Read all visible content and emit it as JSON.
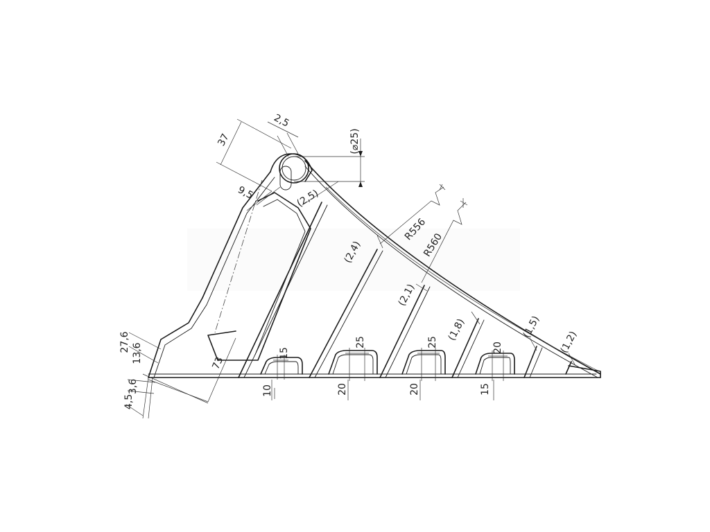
{
  "drawing": {
    "diameter": "(⌀25)",
    "dims": {
      "top_width": "2,5",
      "height_37": "37",
      "side_9_5": "9,5",
      "wall_2_5": "(2,5)",
      "radius_inner": "R556",
      "radius_outer": "R560",
      "wall_2_4": "(2,4)",
      "wall_2_1": "(2,1)",
      "wall_1_8": "(1,8)",
      "wall_1_5": "(1,5)",
      "wall_1_2": "(1,2)",
      "length_73": "73",
      "left_27_6": "27,6",
      "left_13_6": "13,6",
      "left_3_6": "3,6",
      "left_4_5": "4,5"
    },
    "slots": [
      {
        "width": "15",
        "depth": "10"
      },
      {
        "width": "25",
        "depth": "20"
      },
      {
        "width": "25",
        "depth": "20"
      },
      {
        "width": "20",
        "depth": "15"
      }
    ]
  }
}
